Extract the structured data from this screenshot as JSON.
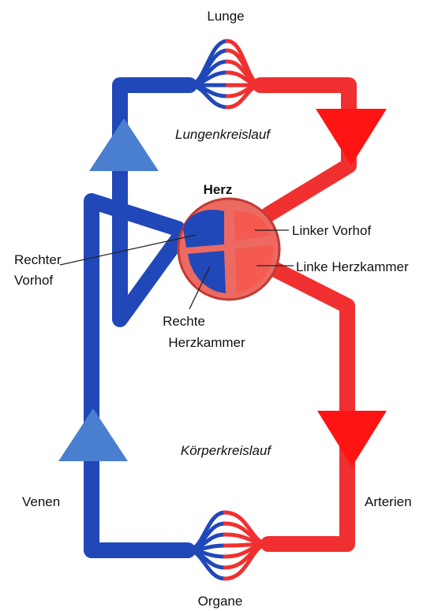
{
  "colors": {
    "vein_blue": "#2148b8",
    "arrow_blue": "#4a7fd0",
    "artery_red": "#f03030",
    "arrow_red": "#ff1414",
    "heart_fill": "#ec6a62",
    "leader": "#222222"
  },
  "labels": {
    "lunge": "Lunge",
    "lungenkreislauf": "Lungenkreislauf",
    "herz": "Herz",
    "linker_vorhof": "Linker Vorhof",
    "linke_herzkammer": "Linke Herzkammer",
    "rechter_vorhof_line1": "Rechter",
    "rechter_vorhof_line2": "Vorhof",
    "rechte_herzkammer_line1": "Rechte",
    "rechte_herzkammer_line2": "Herzkammer",
    "koerperkreislauf": "Körperkreislauf",
    "venen": "Venen",
    "arterien": "Arterien",
    "organe": "Organe"
  }
}
